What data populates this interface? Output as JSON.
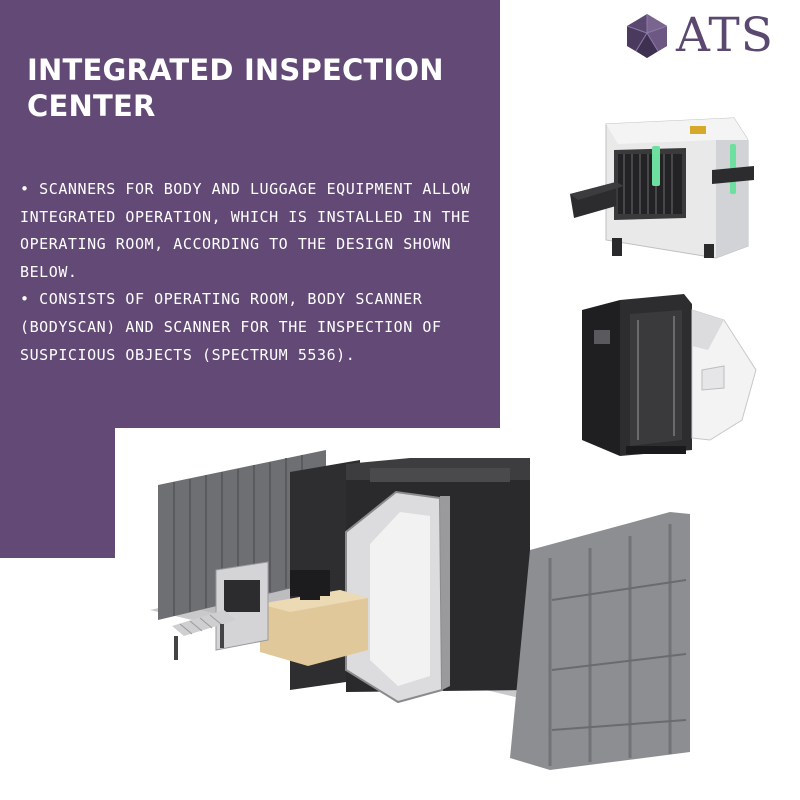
{
  "brand": {
    "logo_text": "ATS",
    "color": "#5a4870"
  },
  "header": {
    "title": "INTEGRATED INSPECTION CENTER"
  },
  "content": {
    "bullets": [
      "• SCANNERS FOR BODY AND LUGGAGE EQUIPMENT ALLOW INTEGRATED OPERATION, WHICH IS INSTALLED IN THE OPERATING ROOM, ACCORDING TO THE DESIGN SHOWN BELOW.",
      "• CONSISTS OF OPERATING ROOM, BODY SCANNER (BODYSCAN) AND SCANNER FOR THE INSPECTION OF SUSPICIOUS OBJECTS (SPECTRUM 5536)."
    ]
  },
  "colors": {
    "panel": "#634a76",
    "background": "#ffffff",
    "text_on_panel": "#ffffff"
  },
  "images": {
    "xray": "x-ray-baggage-scanner",
    "bodyscan": "body-scanner-booth",
    "center": "inspection-container-cutaway"
  }
}
